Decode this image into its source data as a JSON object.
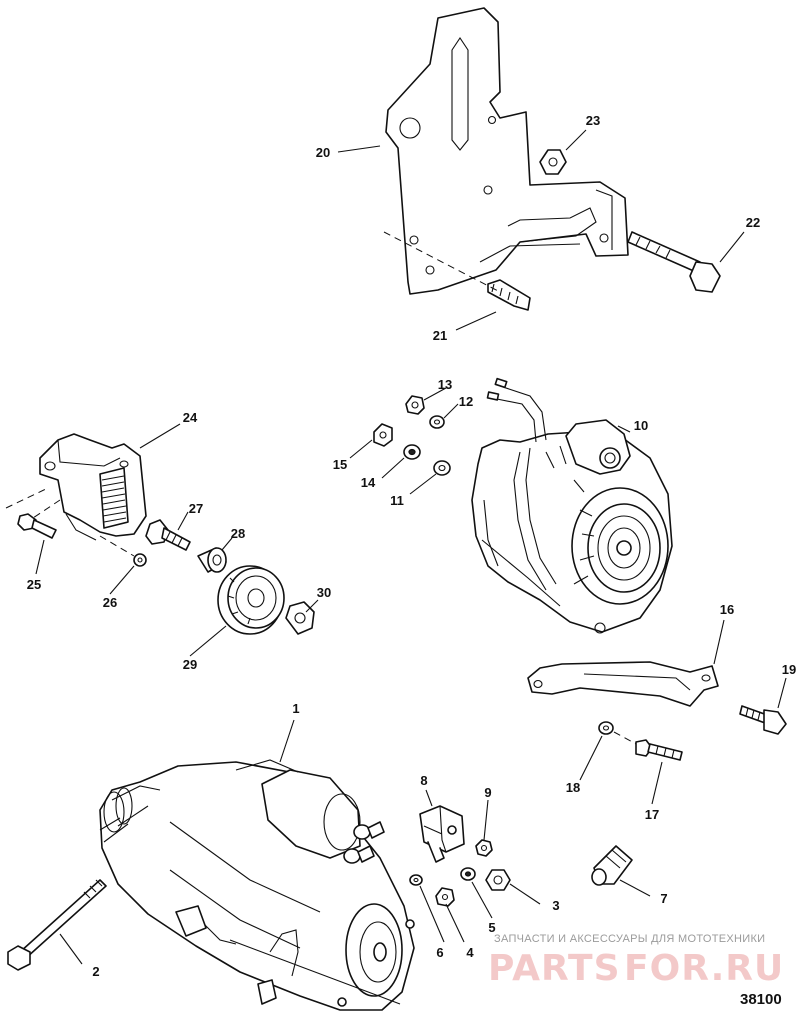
{
  "diagram": {
    "figure_number": "38100",
    "callouts": [
      "1",
      "2",
      "3",
      "4",
      "5",
      "6",
      "7",
      "8",
      "9",
      "10",
      "11",
      "12",
      "13",
      "14",
      "15",
      "16",
      "17",
      "18",
      "19",
      "20",
      "21",
      "22",
      "23",
      "24",
      "25",
      "26",
      "27",
      "28",
      "29",
      "30"
    ]
  },
  "watermark": {
    "tagline": "ЗАПЧАСТИ И АКСЕССУАРЫ ДЛЯ МОТОТЕХНИКИ",
    "brand_left": "PARTS",
    "brand_right": "FOR.RU",
    "accent": "#e06060"
  }
}
